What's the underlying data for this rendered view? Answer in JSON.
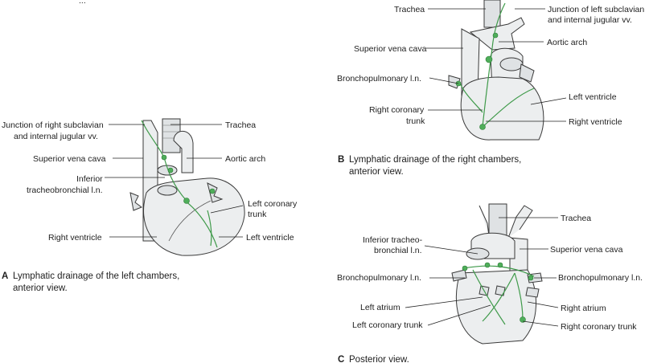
{
  "panel_a": {
    "letter": "A",
    "caption_line1": "Lymphatic drainage of the left chambers,",
    "caption_line2": "anterior view.",
    "labels": {
      "junction_right_1": "Junction of right subclavian",
      "junction_right_2": "and internal jugular vv.",
      "superior_vena_cava": "Superior vena cava",
      "inferior_tb_1": "Inferior",
      "inferior_tb_2": "tracheobronchial l.n.",
      "right_ventricle": "Right ventricle",
      "trachea": "Trachea",
      "aortic_arch": "Aortic arch",
      "left_coronary_1": "Left coronary",
      "left_coronary_2": "trunk",
      "left_ventricle": "Left ventricle"
    }
  },
  "panel_b": {
    "letter": "B",
    "caption_line1": "Lymphatic drainage of the right chambers,",
    "caption_line2": "anterior view.",
    "labels": {
      "trachea": "Trachea",
      "superior_vena_cava": "Superior vena cava",
      "bronchopulmonary": "Bronchopulmonary l.n.",
      "right_coronary_1": "Right coronary",
      "right_coronary_2": "trunk",
      "junction_left_1": "Junction of left subclavian",
      "junction_left_2": "and internal jugular vv.",
      "aortic_arch": "Aortic arch",
      "left_ventricle": "Left ventricle",
      "right_ventricle": "Right ventricle"
    }
  },
  "panel_c": {
    "letter": "C",
    "caption": "Posterior view.",
    "labels": {
      "inferior_tb_1": "Inferior tracheo-",
      "inferior_tb_2": "bronchial l.n.",
      "bronchopulmonary_left": "Bronchopulmonary l.n.",
      "left_atrium": "Left atrium",
      "left_coronary": "Left coronary trunk",
      "trachea": "Trachea",
      "superior_vena_cava": "Superior vena cava",
      "bronchopulmonary_right": "Bronchopulmonary  l.n.",
      "right_atrium": "Right atrium",
      "right_coronary": "Right coronary trunk"
    }
  },
  "top_left_fragment": "...",
  "colors": {
    "lymphatic": "#3f9a4a",
    "tissue": "#eceeef",
    "outline": "#3a3a3a"
  }
}
